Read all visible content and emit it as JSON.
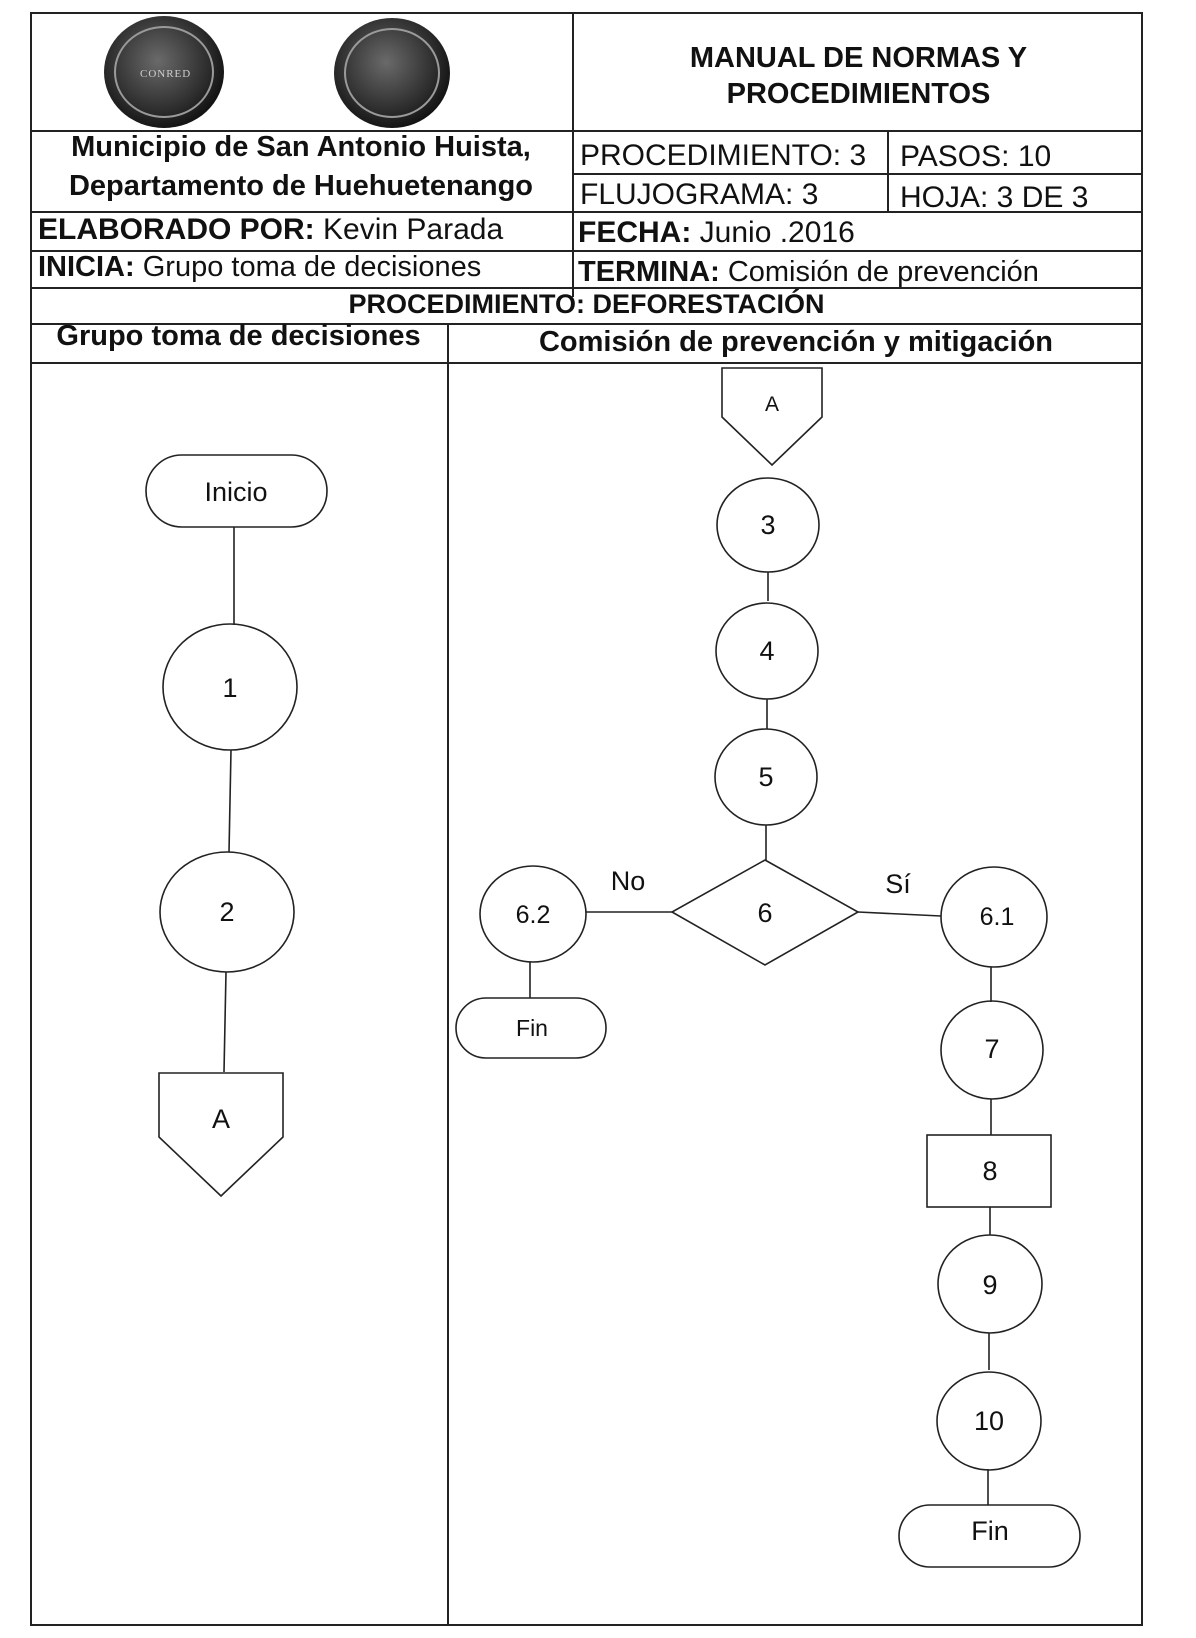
{
  "header": {
    "logo_left_text": "CONRED",
    "manual_title_line1": "MANUAL DE NORMAS Y",
    "manual_title_line2": "PROCEDIMIENTOS",
    "municipio_line1": "Municipio de San Antonio Huista,",
    "municipio_line2": "Departamento de Huehuetenango",
    "procedimiento_num": "PROCEDIMIENTO: 3",
    "pasos": "PASOS: 10",
    "flujograma": "FLUJOGRAMA: 3",
    "hoja": "HOJA: 3 DE 3",
    "elaborado_label": "ELABORADO POR:",
    "elaborado_value": " Kevin Parada",
    "fecha_label": "FECHA:",
    "fecha_value": " Junio .2016",
    "inicia_label": "INICIA:",
    "inicia_value": " Grupo toma de decisiones",
    "termina_label": "TERMINA:",
    "termina_value": " Comisión de prevención",
    "procedimiento_title": "PROCEDIMIENTO: DEFORESTACIÓN"
  },
  "lanes": {
    "left": "Grupo toma de decisiones",
    "right": "Comisión de prevención y mitigación"
  },
  "flow": {
    "inicio": "Inicio",
    "step1": "1",
    "step2": "2",
    "connector_out": "A",
    "connector_in": "A",
    "step3": "3",
    "step4": "4",
    "step5": "5",
    "decision6": "6",
    "no_label": "No",
    "si_label": "Sí",
    "step6_2": "6.2",
    "fin_left": "Fin",
    "step6_1": "6.1",
    "step7": "7",
    "step8": "8",
    "step9": "9",
    "step10": "10",
    "fin_right": "Fin"
  }
}
